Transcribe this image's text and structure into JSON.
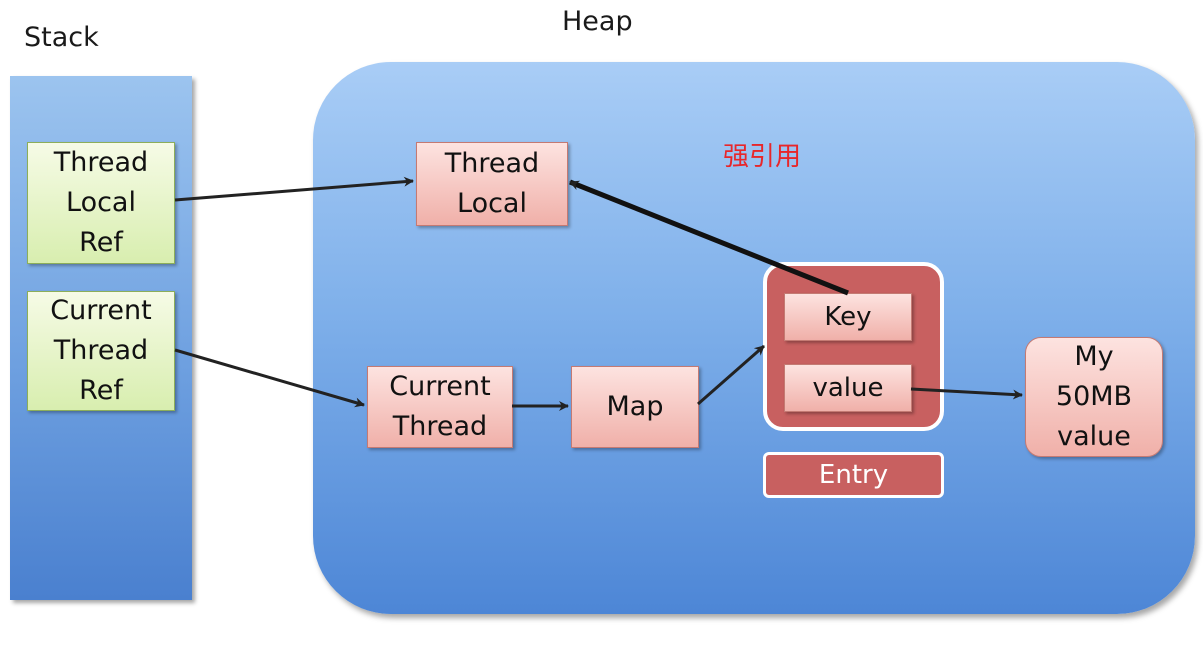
{
  "stack": {
    "title": "Stack",
    "thread_local_ref": "Thread\nLocal\nRef",
    "current_thread_ref": "Current\nThread\nRef"
  },
  "heap": {
    "title": "Heap",
    "thread_local": "Thread\nLocal",
    "current_thread": "Current\nThread",
    "map": "Map",
    "entry": {
      "key": "Key",
      "value": "value",
      "label": "Entry"
    },
    "my_value": "My\n50MB\nvalue",
    "strong_ref_label": "强引用"
  },
  "colors": {
    "stack_fill": "#6ea0e0",
    "heap_fill": "#7fb0ea",
    "green_box": "#d8eeaf",
    "pink_box": "#f0b0a9",
    "entry_fill": "#c86060",
    "strong_ref_text": "#e8262a"
  }
}
